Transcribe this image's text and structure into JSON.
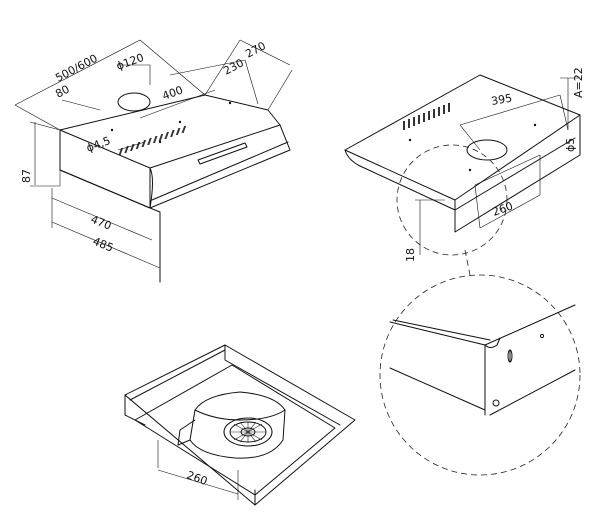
{
  "labels": {
    "width_opt": "500/600",
    "depth_top": "270",
    "hole_diam": "ϕ120",
    "offset_230": "230",
    "offset_80": "80",
    "depth_400": "400",
    "screw_hole": "ϕ4,5",
    "height_87": "87",
    "inner_470": "470",
    "outer_485": "485",
    "dist_395": "395",
    "a_22": "A=22",
    "hole_5": "ϕ5",
    "width_260_right": "260",
    "height_18": "18",
    "width_260_bottom": "260"
  }
}
